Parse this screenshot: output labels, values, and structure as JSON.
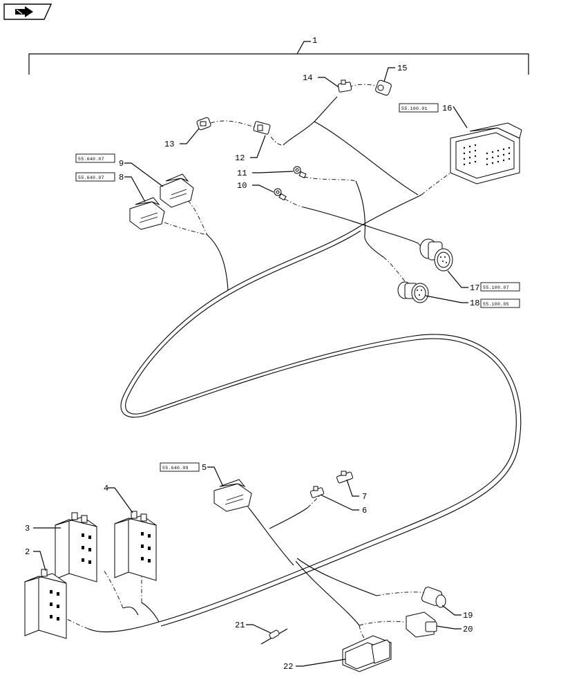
{
  "nav": {
    "icon": "next-page-arrow-icon"
  },
  "callouts": {
    "c1": "1",
    "c2": "2",
    "c3": "3",
    "c4": "4",
    "c5": "5",
    "c6": "6",
    "c7": "7",
    "c8": "8",
    "c9": "9",
    "c10": "10",
    "c11": "11",
    "c12": "12",
    "c13": "13",
    "c14": "14",
    "c15": "15",
    "c16": "16",
    "c17": "17",
    "c18": "18",
    "c19": "19",
    "c20": "20",
    "c21": "21",
    "c22": "22"
  },
  "refs": {
    "r9": "55.640.07",
    "r8": "55.640.07",
    "r16": "55.100.01",
    "r17": "55.100.07",
    "r18": "55.100.05",
    "r5": "55.640.09"
  }
}
